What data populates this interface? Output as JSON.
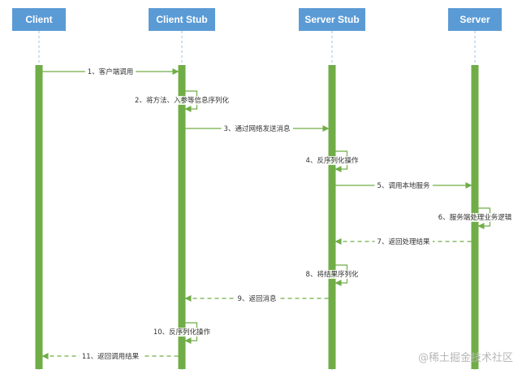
{
  "colors": {
    "actor_box": "#5b9bd5",
    "actor_text": "#ffffff",
    "lifeline": "#9dc3e6",
    "activation": "#70ad47",
    "arrow": "#70ad47",
    "label": "#333333",
    "watermark": "#b8b8b8"
  },
  "actors": [
    {
      "id": "client",
      "label": "Client"
    },
    {
      "id": "client_stub",
      "label": "Client Stub"
    },
    {
      "id": "server_stub",
      "label": "Server Stub"
    },
    {
      "id": "server",
      "label": "Server"
    }
  ],
  "messages": [
    {
      "from": "client",
      "to": "client_stub",
      "style": "solid",
      "label": "1、客户端调用"
    },
    {
      "from": "client_stub",
      "to": "client_stub",
      "style": "self",
      "label": "2、将方法、入参等信息序列化"
    },
    {
      "from": "client_stub",
      "to": "server_stub",
      "style": "solid",
      "label": "3、通过网络发送消息"
    },
    {
      "from": "server_stub",
      "to": "server_stub",
      "style": "self",
      "label": "4、反序列化操作"
    },
    {
      "from": "server_stub",
      "to": "server",
      "style": "solid",
      "label": "5、调用本地服务"
    },
    {
      "from": "server",
      "to": "server",
      "style": "self",
      "label": "6、服务端处理业务逻辑"
    },
    {
      "from": "server",
      "to": "server_stub",
      "style": "dashed",
      "label": "7、返回处理结果"
    },
    {
      "from": "server_stub",
      "to": "server_stub",
      "style": "self",
      "label": "8、将结果序列化"
    },
    {
      "from": "server_stub",
      "to": "client_stub",
      "style": "dashed",
      "label": "9、返回消息"
    },
    {
      "from": "client_stub",
      "to": "client_stub",
      "style": "self",
      "label": "10、反序列化操作"
    },
    {
      "from": "client_stub",
      "to": "client",
      "style": "dashed",
      "label": "11、返回调用结果"
    }
  ],
  "watermark": "@稀土掘金技术社区"
}
